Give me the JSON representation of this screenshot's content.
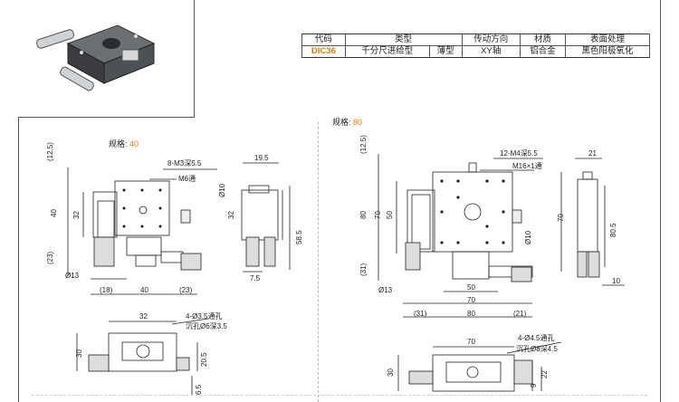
{
  "table": {
    "headers": [
      "代码",
      "类型",
      "传动方向",
      "材质",
      "表面处理"
    ],
    "row": {
      "code": "DIC36",
      "type_a": "千分尺进给型",
      "type_b": "薄型",
      "direction": "XY轴",
      "material": "铝合金",
      "finish": "黑色阳极氧化"
    }
  },
  "spec40": {
    "label": "规格:",
    "value": "40",
    "dims": {
      "d12_5": "(12.5)",
      "d40v": "40",
      "d32v": "32",
      "d23v": "(23)",
      "holes": "8-M3深5.5",
      "center": "M6通",
      "d19_5": "19.5",
      "d10": "Ø10",
      "d32s": "32",
      "d58_5": "58.5",
      "d7_5": "7.5",
      "d13": "Ø13",
      "d18": "(18)",
      "d40h": "40",
      "d23h": "(23)",
      "b32": "32",
      "b30": "30",
      "bholes": "4-Ø3.5通孔",
      "bcounter": "沉孔Ø6深3.5",
      "b20_5": "20.5",
      "b6_5": "6.5"
    }
  },
  "spec80": {
    "label": "规格:",
    "value": "80",
    "dims": {
      "d12_5": "(12.5)",
      "d80v": "80",
      "d70v": "70",
      "d50v": "50",
      "d31v": "(31)",
      "holes": "12-M4深5.5",
      "center": "M16×1通",
      "d21": "21",
      "d70s": "70",
      "d80_5": "80.5",
      "d10s": "10",
      "d10": "Ø10",
      "d13": "Ø13",
      "d50h": "50",
      "d70h": "70",
      "d31h": "(31)",
      "d80h": "80",
      "d21h": "(21)",
      "b70": "70",
      "b30": "30",
      "bholes": "4-Ø4.5通孔",
      "bcounter": "沉孔Ø8深4.5",
      "b22": "22",
      "b9": "9"
    }
  }
}
